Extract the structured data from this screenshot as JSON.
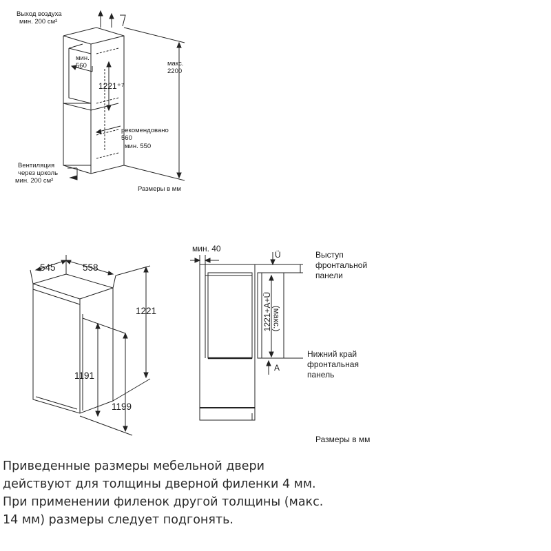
{
  "top_diagram": {
    "air_out_line1": "Выход воздуха",
    "air_out_line2": "мин. 200 см²",
    "min_label": "мин.",
    "min_value": "560",
    "height_tol": "1221⁺⁷",
    "max_label": "макс.",
    "max_value": "2200",
    "recommended_label": "рекомендовано",
    "recommended_value": "560",
    "min550": "мин. 550",
    "vent_line1": "Вентиляция",
    "vent_line2": "через цоколь",
    "vent_line3": "мин. 200 см²",
    "units": "Размеры в мм"
  },
  "left_diagram": {
    "depth": "545",
    "width": "558",
    "height": "1221",
    "inner_height": "1191",
    "door_height": "1199"
  },
  "right_diagram": {
    "min40": "мин. 40",
    "u_label": "Ü",
    "overhang_line1": "Выступ",
    "overhang_line2": "фронтальной",
    "overhang_line3": "панели",
    "dim_main": "1221+A+Ü",
    "dim_max": "(макс.)",
    "bottom_line1": "Нижний край",
    "bottom_line2": "фронтальная",
    "bottom_line3": "панель",
    "a_label": "A",
    "units": "Размеры в мм"
  },
  "note": {
    "line1": "Приведенные размеры мебельной двери",
    "line2": "действуют для толщины дверной филенки 4 мм.",
    "line3": "При применении филенок другой толщины (макс.",
    "line4": "14 мм) размеры следует подгонять."
  }
}
